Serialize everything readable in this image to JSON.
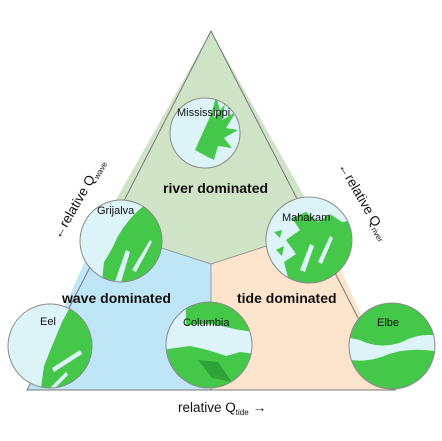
{
  "regions": {
    "river": "river dominated",
    "wave": "wave dominated",
    "tide": "tide dominated"
  },
  "deltas": {
    "mississippi": "Mississippi",
    "grijalva": "Grijalva",
    "mahakam": "Mahakam",
    "eel": "Eel",
    "columbia": "Columbia",
    "elbe": "Elbe"
  },
  "axes": {
    "wave": {
      "text": "relative Q",
      "sub": "wave",
      "arrow": "←"
    },
    "river": {
      "text": "relative Q",
      "sub": "river",
      "arrow": "←"
    },
    "tide": {
      "text": "relative Q",
      "sub": "tide",
      "arrow": "→"
    }
  },
  "colors": {
    "river_region": "#cfe3c6",
    "wave_region": "#bfe6f7",
    "tide_region": "#fde4cd",
    "water": "#dcf4f8",
    "land": "#45c84a",
    "land_dark": "#2ea337",
    "outline": "#8a8a8a"
  }
}
